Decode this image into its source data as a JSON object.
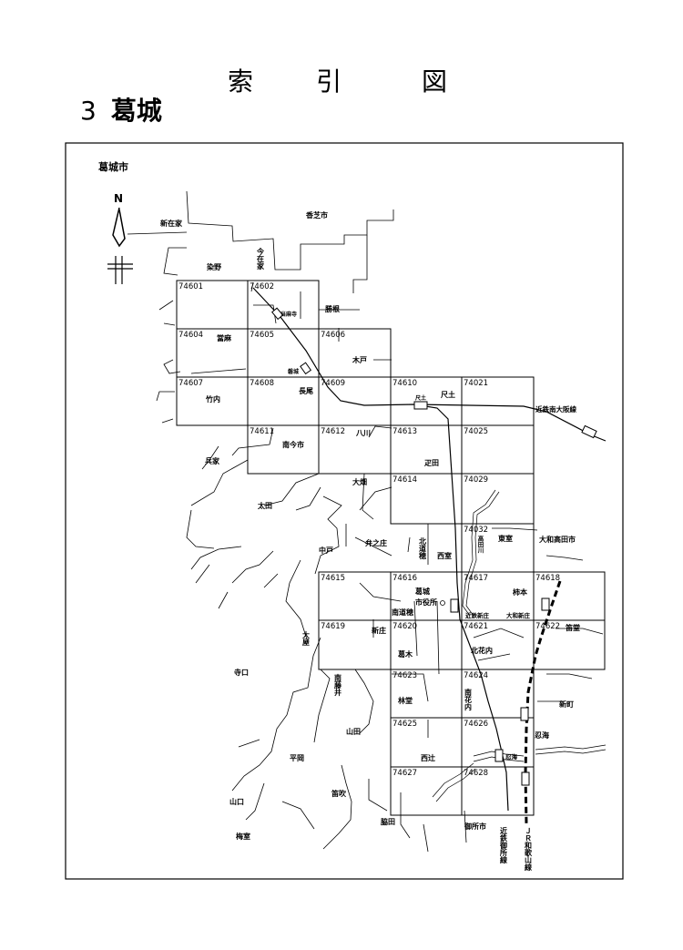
{
  "title": {
    "chars": [
      "索",
      "引",
      "図"
    ]
  },
  "heading": {
    "number": "3",
    "name": "葛城"
  },
  "map": {
    "city_label": "葛城市",
    "north_label": "N",
    "grid_cells": [
      "74601",
      "74602",
      "74604",
      "74605",
      "74606",
      "74607",
      "74608",
      "74609",
      "74610",
      "74021",
      "74611",
      "74612",
      "74613",
      "74025",
      "74614",
      "74029",
      "74032",
      "74615",
      "74616",
      "74617",
      "74618",
      "74619",
      "74620",
      "74621",
      "74622",
      "74623",
      "74624",
      "74625",
      "74626",
      "74627",
      "74628"
    ],
    "places": {
      "shinzaike": "新在家",
      "kashiba": "香芝市",
      "someno": "染野",
      "imazaike": "今在家",
      "taimadera": "当麻寺",
      "katsune": "勝根",
      "taima": "當麻",
      "kido": "木戸",
      "iwaki": "磐城",
      "takenouchi": "竹内",
      "nagao": "長尾",
      "shakudo_st": "尺土",
      "shakudo": "尺土",
      "kintetsu_minami_osaka": "近鉄南大阪線",
      "minamiimaichi": "南今市",
      "yakawa": "八川",
      "hyoge": "兵家",
      "joden": "疋田",
      "obatake": "大畑",
      "ota": "太田",
      "higashimuro": "東室",
      "takadagawa": "高田川",
      "yamatotakada": "大和高田市",
      "nakado": "中戸",
      "inojo": "弁之庄",
      "kitamichiho": "北道穂",
      "nishimuro": "西室",
      "katsuragi": "葛城",
      "city_hall": "市役所",
      "minamimichiho": "南道穂",
      "kakimoto": "柿本",
      "kintetsu_shinjo": "近鉄新庄",
      "yamato_shinjo": "大和新庄",
      "oya": "大屋",
      "shinjo": "新庄",
      "kaki": "葛木",
      "kitahanauchi": "北花内",
      "fuefuki_upper": "笛堂",
      "teraguchi": "寺口",
      "minamifujii": "南藤井",
      "hayashido": "林堂",
      "minamihanauchi": "南花内",
      "shinmachi": "新町",
      "yamada": "山田",
      "oshimi": "忍海",
      "hiraoka": "平岡",
      "nishitsuji": "西辻",
      "oshimi_st": "忍海",
      "yamaguchi": "山口",
      "fuefuki": "笛吹",
      "wakita": "脇田",
      "gose": "御所市",
      "umemuro": "梅室",
      "kintetsu_gose": "近鉄御所線",
      "jr_wakayama": "ＪＲ和歌山線"
    }
  }
}
